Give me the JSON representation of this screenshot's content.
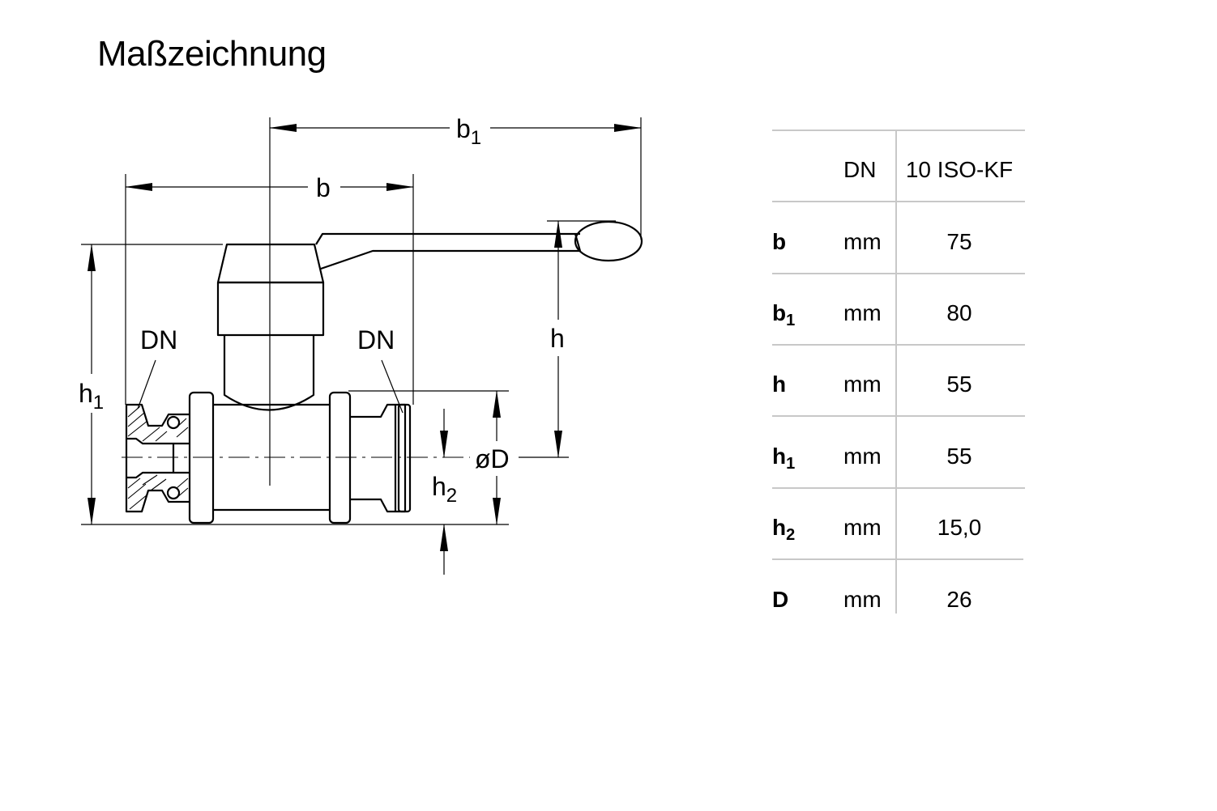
{
  "title": "Maßzeichnung",
  "drawing": {
    "labels": {
      "b1_main": "b",
      "b1_sub": "1",
      "b": "b",
      "h": "h",
      "h1_main": "h",
      "h1_sub": "1",
      "dn_left": "DN",
      "dn_right": "DN",
      "diameter": "øD",
      "h2_main": "h",
      "h2_sub": "2"
    }
  },
  "table": {
    "header": {
      "dn": "DN",
      "size": "10 ISO-KF"
    },
    "rows": [
      {
        "sym": "b",
        "sub": "",
        "unit": "mm",
        "value": "75"
      },
      {
        "sym": "b",
        "sub": "1",
        "unit": "mm",
        "value": "80"
      },
      {
        "sym": "h",
        "sub": "",
        "unit": "mm",
        "value": "55"
      },
      {
        "sym": "h",
        "sub": "1",
        "unit": "mm",
        "value": "55"
      },
      {
        "sym": "h",
        "sub": "2",
        "unit": "mm",
        "value": "15,0"
      },
      {
        "sym": "D",
        "sub": "",
        "unit": "mm",
        "value": "26"
      }
    ]
  },
  "colors": {
    "line": "#000000",
    "table_rule": "#c8c8c8"
  }
}
